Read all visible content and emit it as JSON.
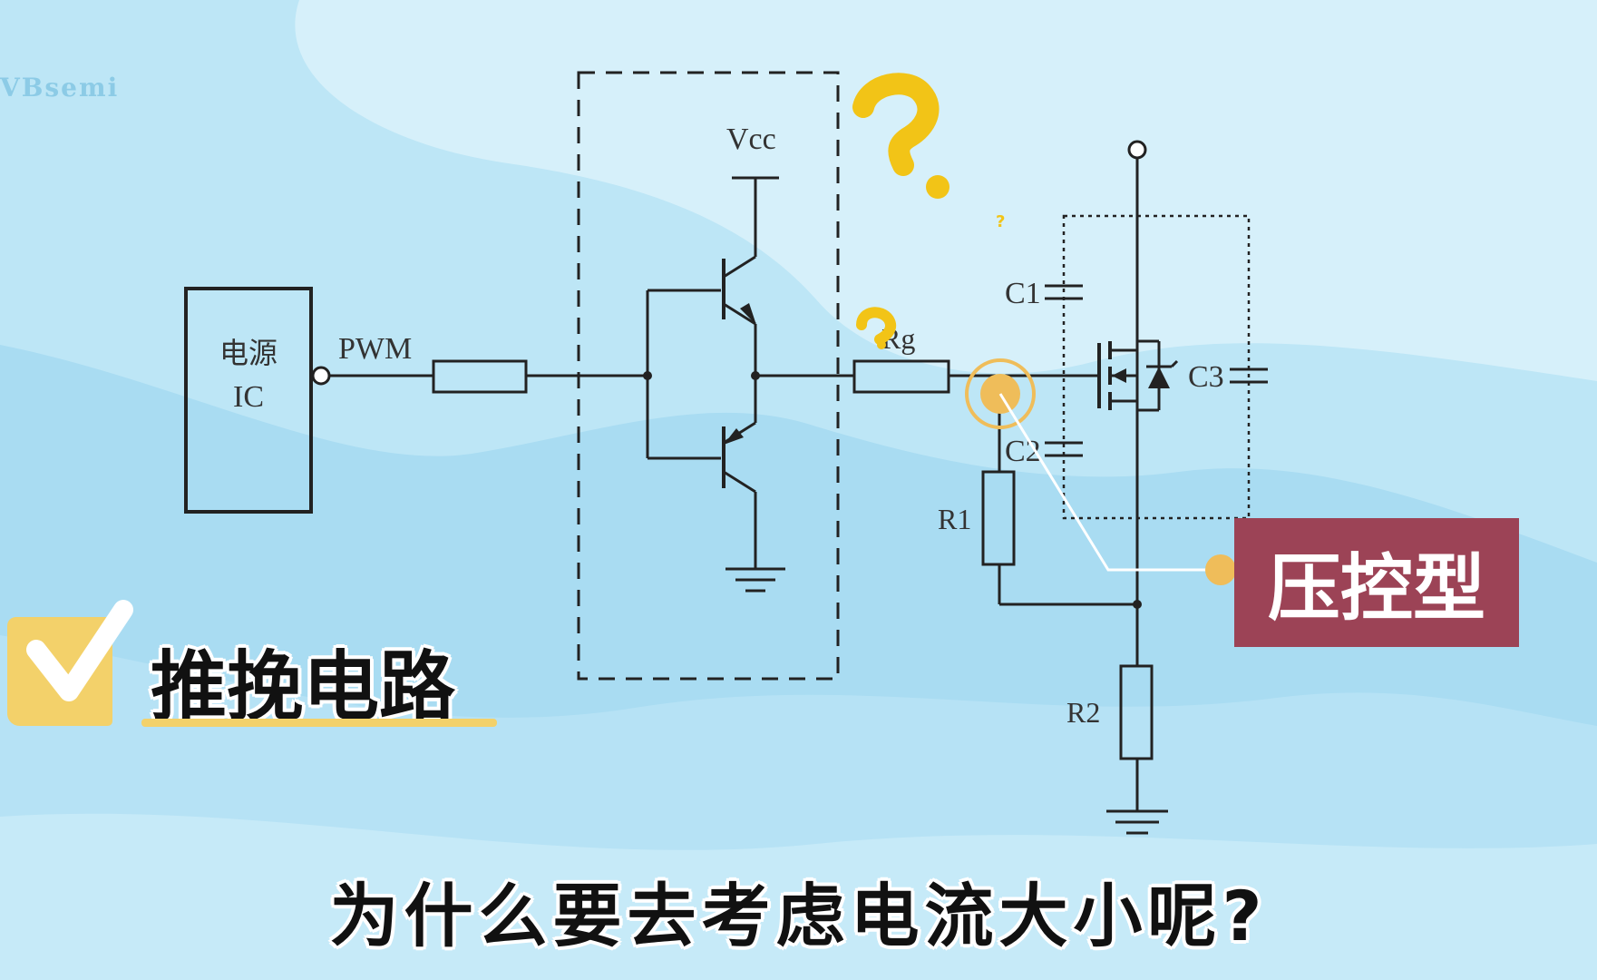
{
  "watermark": "VBsemi",
  "circuit": {
    "ic_label_line1": "电源",
    "ic_label_line2": "IC",
    "pwm_label": "PWM",
    "vcc_label": "Vcc",
    "rg_label": "Rg",
    "c1_label": "C1",
    "c2_label": "C2",
    "c3_label": "C3",
    "r1_label": "R1",
    "r2_label": "R2"
  },
  "callout": {
    "label": "压控型"
  },
  "title": {
    "text": "推挽电路"
  },
  "subtitle": {
    "text": "为什么要去考虑电流大小呢?"
  },
  "colors": {
    "background": "#bde6f6",
    "accent_yellow": "#f2c417",
    "callout_box": "#9c4356",
    "highlight_dot": "#efbd5a",
    "checkbox": "#f3d16a"
  },
  "icons": [
    "check-icon",
    "question-mark-icon"
  ]
}
